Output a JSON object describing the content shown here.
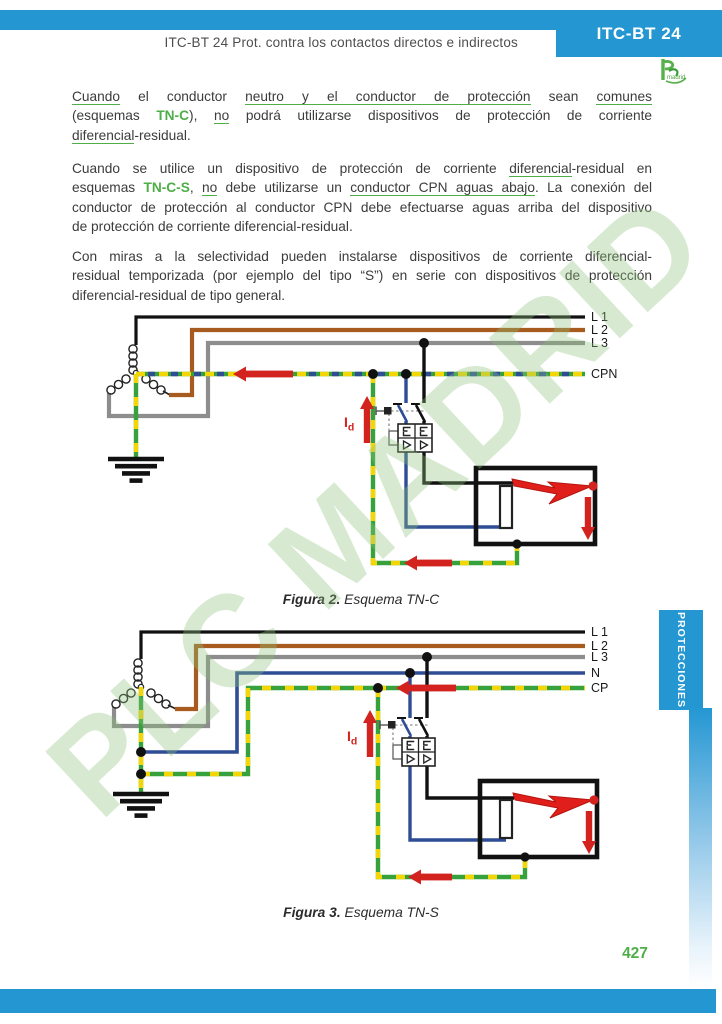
{
  "header": {
    "title": "ITC-BT 24 Prot. contra los contactos directos e indirectos",
    "badge": "ITC-BT 24",
    "logo_text": "madrid"
  },
  "watermark": {
    "text": "PLC MADRID"
  },
  "accent_colors": {
    "cyan": "#2497d3",
    "green": "#4fae48",
    "red": "#d3231e"
  },
  "paragraphs": [
    {
      "lines": [
        [
          {
            "t": "Cuando",
            "u": true
          },
          {
            "t": " el conductor "
          },
          {
            "t": "neutro y el conductor de protección",
            "u": true
          },
          {
            "t": " sean "
          },
          {
            "t": "comunes",
            "u": true
          }
        ],
        [
          {
            "t": "(esquemas "
          },
          {
            "t": "TN-C",
            "g": true
          },
          {
            "t": "), "
          },
          {
            "t": "no",
            "u": true
          },
          {
            "t": " podrá utilizarse dispositivos de protección de corriente"
          }
        ],
        [
          {
            "t": "diferencial",
            "u": true
          },
          {
            "t": "-residual."
          }
        ]
      ]
    },
    {
      "lines": [
        [
          {
            "t": "Cuando se utilice un dispositivo de protección de corriente "
          },
          {
            "t": "diferencial",
            "u": true
          },
          {
            "t": "-residual en"
          }
        ],
        [
          {
            "t": "esquemas "
          },
          {
            "t": "TN-C-S",
            "g": true
          },
          {
            "t": ", "
          },
          {
            "t": "no",
            "u": true
          },
          {
            "t": " debe utilizarse un "
          },
          {
            "t": "conductor CPN aguas abajo",
            "u": true
          },
          {
            "t": ". La conexión del"
          }
        ],
        [
          {
            "t": "conductor de protección al conductor CPN debe efectuarse aguas arriba del dispositivo"
          }
        ],
        [
          {
            "t": "de protección de corriente diferencial-residual."
          }
        ]
      ]
    },
    {
      "lines": [
        [
          {
            "t": "Con miras a la selectividad pueden instalarse dispositivos de corriente diferencial-"
          }
        ],
        [
          {
            "t": "residual temporizada (por ejemplo del tipo “S”) en serie con dispositivos de protección"
          }
        ],
        [
          {
            "t": "diferencial-residual de tipo general."
          }
        ]
      ]
    }
  ],
  "figures": [
    {
      "caption_label": "Figura 2.",
      "caption_text": "Esquema TN-C",
      "line_labels": [
        "L 1",
        "L 2",
        "L 3",
        "CPN"
      ],
      "current_label": {
        "main": "I",
        "sub": "d"
      }
    },
    {
      "caption_label": "Figura 3.",
      "caption_text": "Esquema TN-S",
      "line_labels": [
        "L 1",
        "L 2",
        "L 3",
        "N",
        "CP"
      ],
      "current_label": {
        "main": "I",
        "sub": "d"
      }
    }
  ],
  "sidebar": {
    "tab_label": "PROTECCIONES"
  },
  "footer": {
    "page_number": "427"
  }
}
